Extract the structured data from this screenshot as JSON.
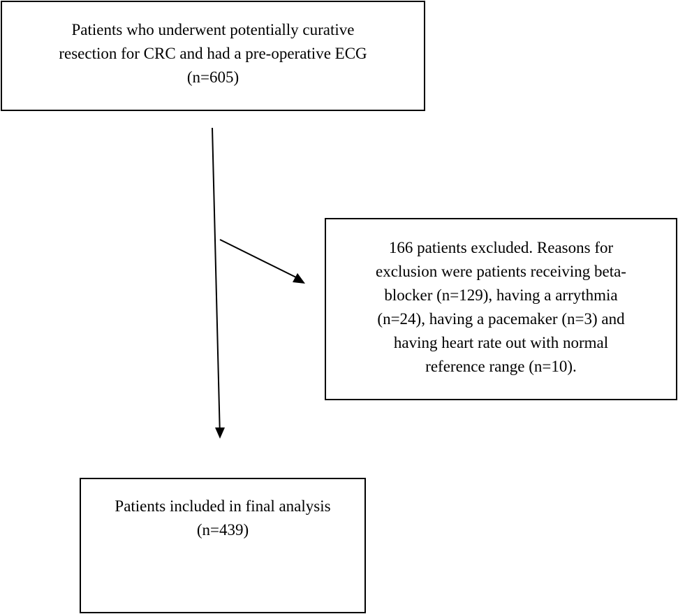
{
  "boxes": {
    "top": {
      "lines": [
        "Patients who underwent potentially curative",
        "resection for CRC and had a pre-operative ECG",
        "(n=605)"
      ]
    },
    "excluded": {
      "lines": [
        "166 patients excluded. Reasons for",
        "exclusion were patients receiving beta-",
        "blocker (n=129), having a arrythmia",
        "(n=24), having a pacemaker (n=3) and",
        "having heart rate out with normal",
        "reference range (n=10)."
      ]
    },
    "final": {
      "lines": [
        "Patients included in final analysis",
        "(n=439)"
      ]
    }
  },
  "colors": {
    "stroke": "#000000",
    "background": "#ffffff"
  }
}
